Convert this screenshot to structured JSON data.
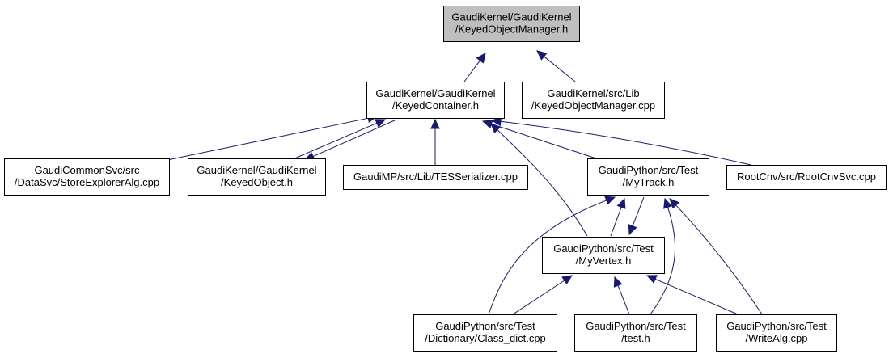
{
  "diagram": {
    "colors": {
      "edge": "#191970",
      "root_fill": "#bfbfbf",
      "node_fill": "#ffffff",
      "border": "#000000"
    },
    "nodes": [
      {
        "id": "root",
        "lines": [
          "GaudiKernel/GaudiKernel",
          "/KeyedObjectManager.h"
        ],
        "highlight": true
      },
      {
        "id": "container",
        "lines": [
          "GaudiKernel/GaudiKernel",
          "/KeyedContainer.h"
        ]
      },
      {
        "id": "manager_cpp",
        "lines": [
          "GaudiKernel/src/Lib",
          "/KeyedObjectManager.cpp"
        ]
      },
      {
        "id": "store_explorer",
        "lines": [
          "GaudiCommonSvc/src",
          "/DataSvc/StoreExplorerAlg.cpp"
        ]
      },
      {
        "id": "keyed_object",
        "lines": [
          "GaudiKernel/GaudiKernel",
          "/KeyedObject.h"
        ]
      },
      {
        "id": "tes_serializer",
        "lines": [
          "GaudiMP/src/Lib/TESSerializer.cpp"
        ]
      },
      {
        "id": "my_track",
        "lines": [
          "GaudiPython/src/Test",
          "/MyTrack.h"
        ]
      },
      {
        "id": "root_cnv",
        "lines": [
          "RootCnv/src/RootCnvSvc.cpp"
        ]
      },
      {
        "id": "my_vertex",
        "lines": [
          "GaudiPython/src/Test",
          "/MyVertex.h"
        ]
      },
      {
        "id": "class_dict",
        "lines": [
          "GaudiPython/src/Test",
          "/Dictionary/Class_dict.cpp"
        ]
      },
      {
        "id": "test_h",
        "lines": [
          "GaudiPython/src/Test",
          "/test.h"
        ]
      },
      {
        "id": "write_alg",
        "lines": [
          "GaudiPython/src/Test",
          "/WriteAlg.cpp"
        ]
      }
    ],
    "edges": [
      {
        "from": "container",
        "to": "root"
      },
      {
        "from": "manager_cpp",
        "to": "root"
      },
      {
        "from": "store_explorer",
        "to": "container"
      },
      {
        "from": "keyed_object",
        "to": "container"
      },
      {
        "from": "container",
        "to": "keyed_object"
      },
      {
        "from": "tes_serializer",
        "to": "container"
      },
      {
        "from": "my_track",
        "to": "container"
      },
      {
        "from": "my_vertex",
        "to": "container"
      },
      {
        "from": "root_cnv",
        "to": "container"
      },
      {
        "from": "my_vertex",
        "to": "my_track"
      },
      {
        "from": "my_track",
        "to": "my_vertex"
      },
      {
        "from": "class_dict",
        "to": "my_track"
      },
      {
        "from": "test_h",
        "to": "my_track"
      },
      {
        "from": "write_alg",
        "to": "my_track"
      },
      {
        "from": "class_dict",
        "to": "my_vertex"
      },
      {
        "from": "test_h",
        "to": "my_vertex"
      },
      {
        "from": "write_alg",
        "to": "my_vertex"
      }
    ]
  }
}
